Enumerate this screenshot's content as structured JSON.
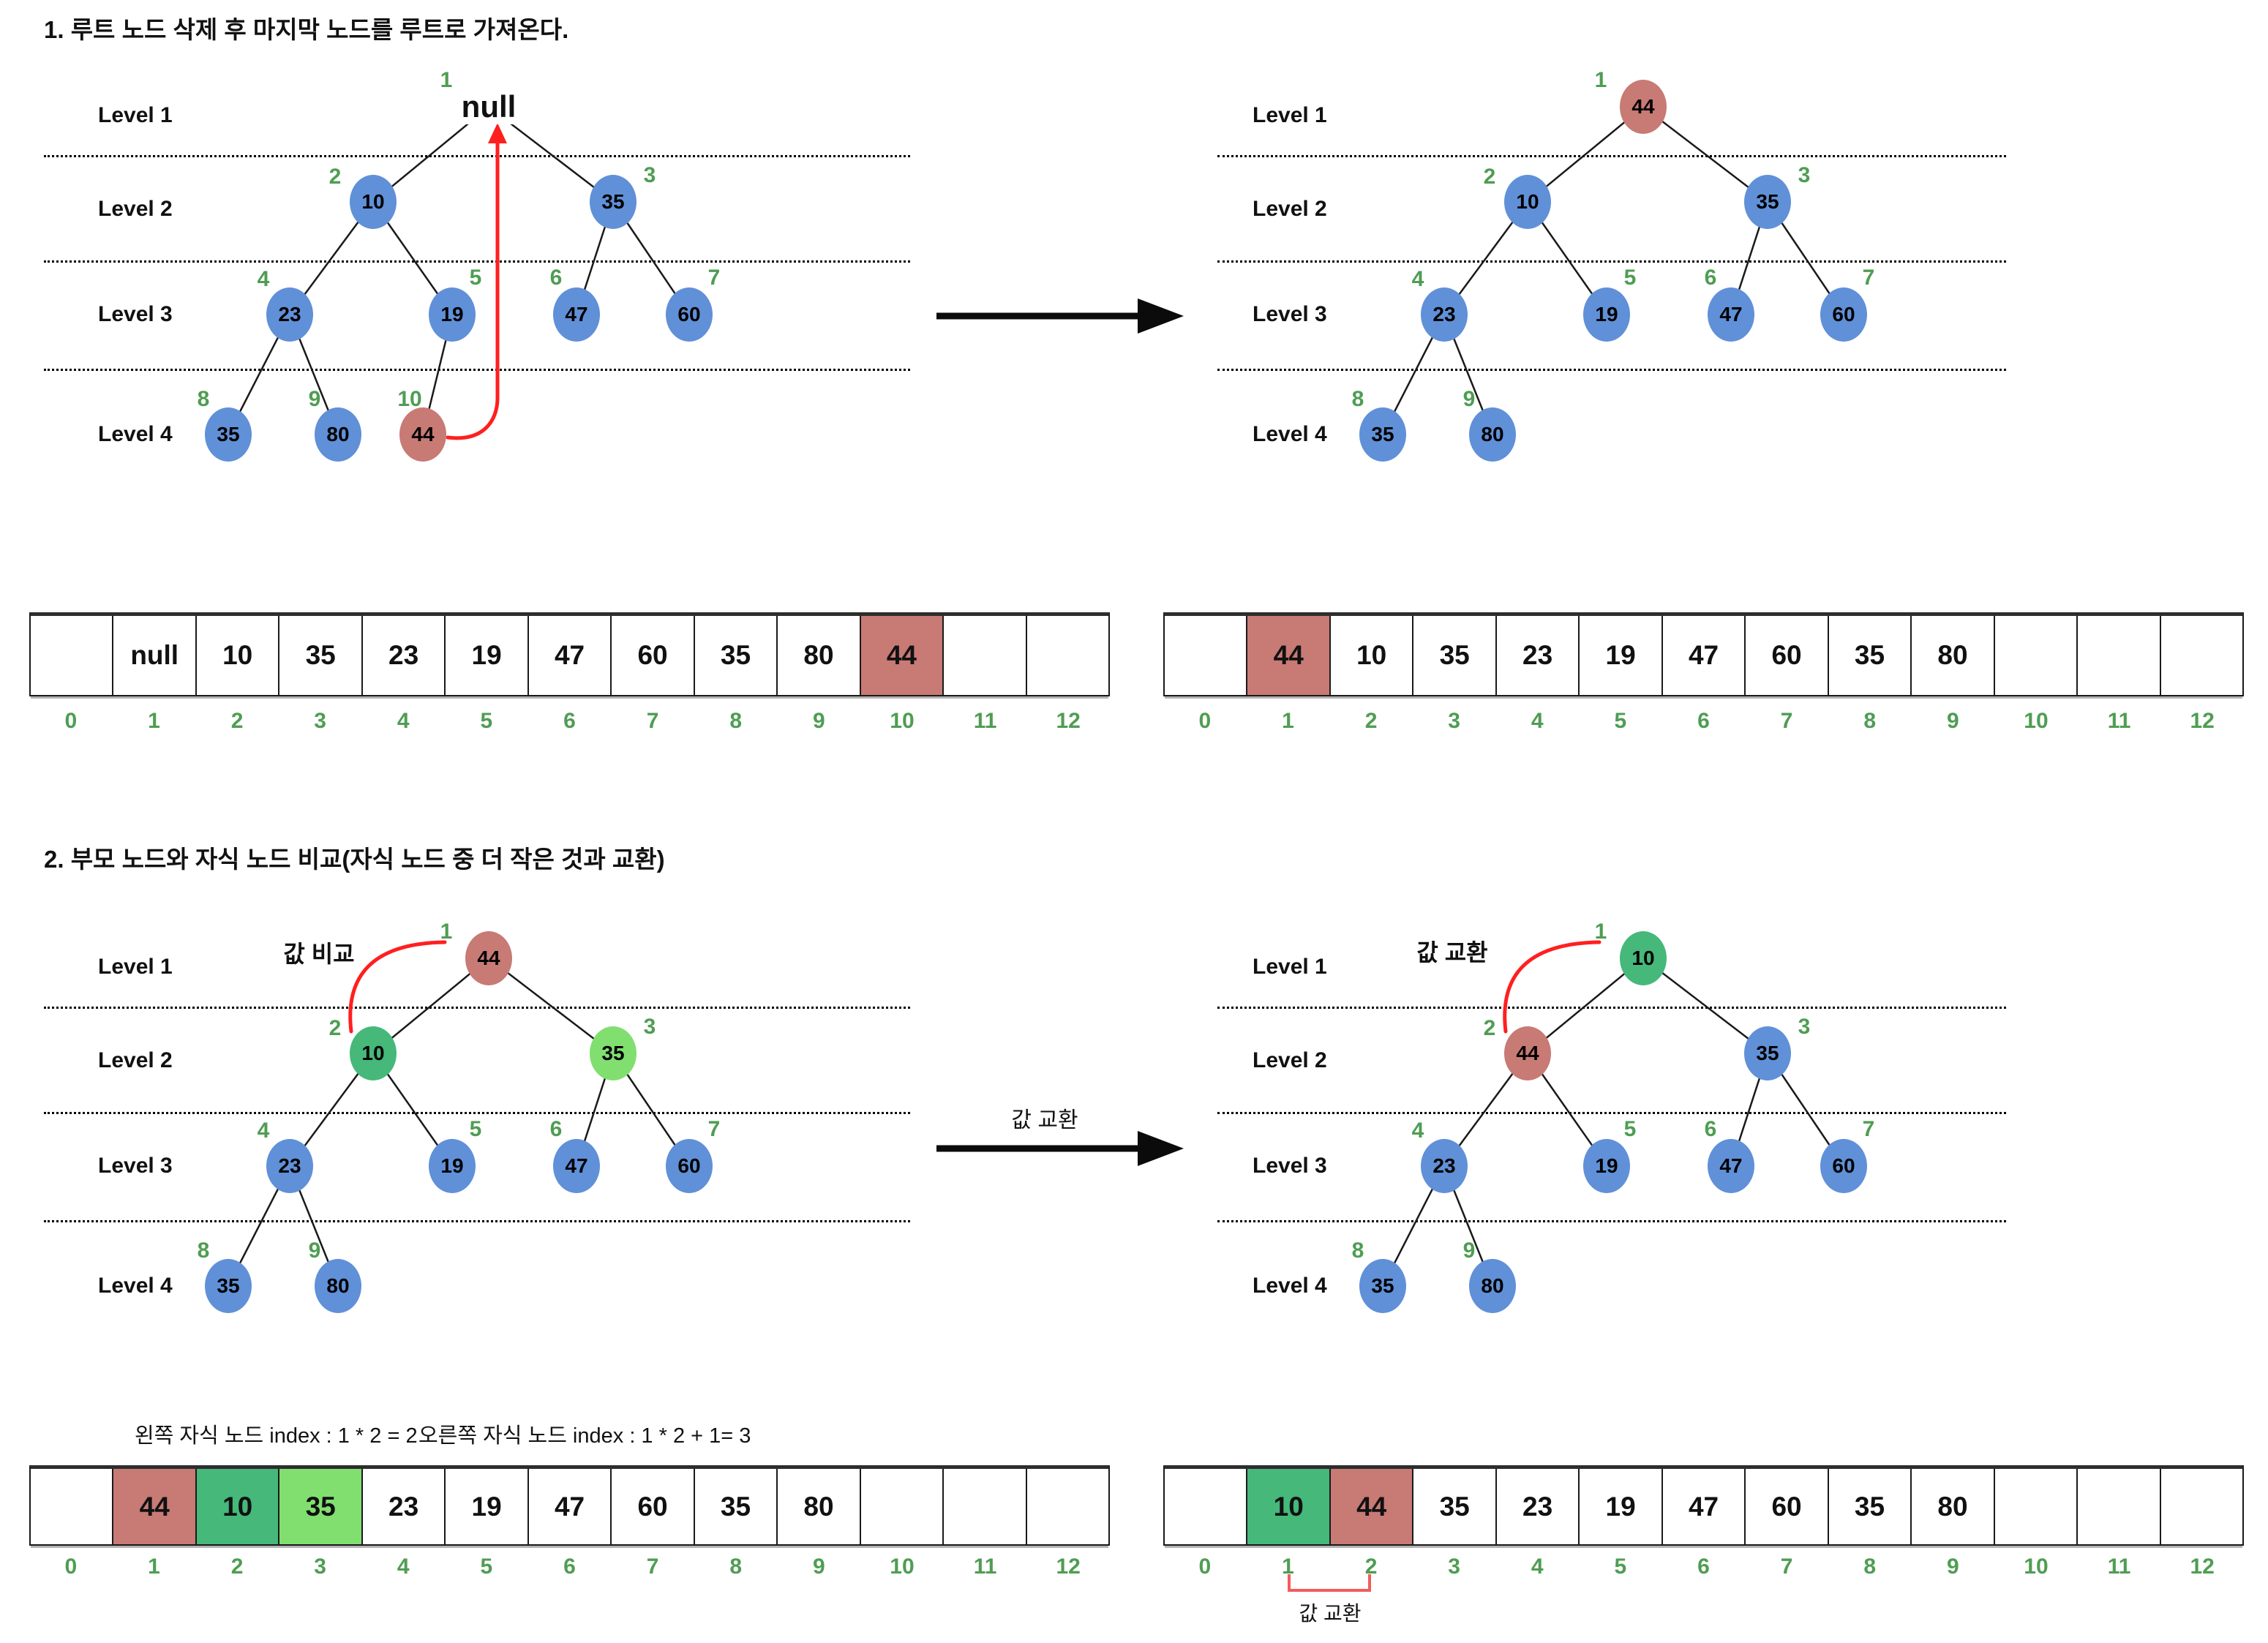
{
  "titles": {
    "section1": "1. 루트 노드 삭제 후 마지막 노드를 루트로 가져온다.",
    "section2": "2. 부모 노드와 자식 노드 비교(자식 노드 중 더 작은 것과 교환)"
  },
  "levels": [
    "Level 1",
    "Level 2",
    "Level 3",
    "Level 4"
  ],
  "annotations": {
    "transition_arrow_label": "값 교환",
    "note_left": "왼쪽 자식 노드 index : 1 * 2 = 2",
    "note_right": "오른쪽 자식 노드 index : 1 * 2 + 1= 3",
    "bracket_label": "값 교환"
  },
  "colors": {
    "node_blue": "#6090d8",
    "node_red": "#c87a75",
    "node_green": "#45b87a",
    "node_light_green": "#81df70",
    "index_green": "#4f9d53",
    "arrow_red": "#ff1f1f",
    "bracket_red": "#f25c5c",
    "edge_black": "#1a1a1a"
  },
  "array_indices": [
    "0",
    "1",
    "2",
    "3",
    "4",
    "5",
    "6",
    "7",
    "8",
    "9",
    "10",
    "11",
    "12"
  ],
  "trees": [
    {
      "id": "top-left",
      "root": {
        "kind": "text",
        "label": "null",
        "index": "1"
      },
      "red_up_arrow": true,
      "nodes": [
        {
          "slot": "L2L",
          "value": "10",
          "color": "blue",
          "index": "2"
        },
        {
          "slot": "L2R",
          "value": "35",
          "color": "blue",
          "index": "3"
        },
        {
          "slot": "L3LL",
          "value": "23",
          "color": "blue",
          "index": "4"
        },
        {
          "slot": "L3LR",
          "value": "19",
          "color": "blue",
          "index": "5"
        },
        {
          "slot": "L3RL",
          "value": "47",
          "color": "blue",
          "index": "6"
        },
        {
          "slot": "L3RR",
          "value": "60",
          "color": "blue",
          "index": "7"
        },
        {
          "slot": "L4A",
          "value": "35",
          "color": "blue",
          "index": "8"
        },
        {
          "slot": "L4B",
          "value": "80",
          "color": "blue",
          "index": "9"
        },
        {
          "slot": "L4C",
          "value": "44",
          "color": "red",
          "index": "10"
        }
      ]
    },
    {
      "id": "top-right",
      "root": {
        "kind": "node",
        "value": "44",
        "color": "red",
        "index": "1"
      },
      "nodes": [
        {
          "slot": "L2L",
          "value": "10",
          "color": "blue",
          "index": "2"
        },
        {
          "slot": "L2R",
          "value": "35",
          "color": "blue",
          "index": "3"
        },
        {
          "slot": "L3LL",
          "value": "23",
          "color": "blue",
          "index": "4"
        },
        {
          "slot": "L3LR",
          "value": "19",
          "color": "blue",
          "index": "5"
        },
        {
          "slot": "L3RL",
          "value": "47",
          "color": "blue",
          "index": "6"
        },
        {
          "slot": "L3RR",
          "value": "60",
          "color": "blue",
          "index": "7"
        },
        {
          "slot": "L4A",
          "value": "35",
          "color": "blue",
          "index": "8"
        },
        {
          "slot": "L4B",
          "value": "80",
          "color": "blue",
          "index": "9"
        }
      ]
    },
    {
      "id": "bottom-left",
      "root": {
        "kind": "node",
        "value": "44",
        "color": "red",
        "index": "1"
      },
      "annotation": "값 비교",
      "red_arc": true,
      "nodes": [
        {
          "slot": "L2L",
          "value": "10",
          "color": "green",
          "index": "2"
        },
        {
          "slot": "L2R",
          "value": "35",
          "color": "light",
          "index": "3"
        },
        {
          "slot": "L3LL",
          "value": "23",
          "color": "blue",
          "index": "4"
        },
        {
          "slot": "L3LR",
          "value": "19",
          "color": "blue",
          "index": "5"
        },
        {
          "slot": "L3RL",
          "value": "47",
          "color": "blue",
          "index": "6"
        },
        {
          "slot": "L3RR",
          "value": "60",
          "color": "blue",
          "index": "7"
        },
        {
          "slot": "L4A",
          "value": "35",
          "color": "blue",
          "index": "8"
        },
        {
          "slot": "L4B",
          "value": "80",
          "color": "blue",
          "index": "9"
        }
      ]
    },
    {
      "id": "bottom-right",
      "root": {
        "kind": "node",
        "value": "10",
        "color": "green",
        "index": "1"
      },
      "annotation": "값 교환",
      "red_arc": true,
      "nodes": [
        {
          "slot": "L2L",
          "value": "44",
          "color": "red",
          "index": "2"
        },
        {
          "slot": "L2R",
          "value": "35",
          "color": "blue",
          "index": "3"
        },
        {
          "slot": "L3LL",
          "value": "23",
          "color": "blue",
          "index": "4"
        },
        {
          "slot": "L3LR",
          "value": "19",
          "color": "blue",
          "index": "5"
        },
        {
          "slot": "L3RL",
          "value": "47",
          "color": "blue",
          "index": "6"
        },
        {
          "slot": "L3RR",
          "value": "60",
          "color": "blue",
          "index": "7"
        },
        {
          "slot": "L4A",
          "value": "35",
          "color": "blue",
          "index": "8"
        },
        {
          "slot": "L4B",
          "value": "80",
          "color": "blue",
          "index": "9"
        }
      ]
    }
  ],
  "arrays": [
    {
      "id": "top-left",
      "cells": [
        {
          "v": ""
        },
        {
          "v": "null"
        },
        {
          "v": "10"
        },
        {
          "v": "35"
        },
        {
          "v": "23"
        },
        {
          "v": "19"
        },
        {
          "v": "47"
        },
        {
          "v": "60"
        },
        {
          "v": "35"
        },
        {
          "v": "80"
        },
        {
          "v": "44",
          "bg": "red"
        },
        {
          "v": ""
        },
        {
          "v": ""
        }
      ]
    },
    {
      "id": "top-right",
      "cells": [
        {
          "v": ""
        },
        {
          "v": "44",
          "bg": "red"
        },
        {
          "v": "10"
        },
        {
          "v": "35"
        },
        {
          "v": "23"
        },
        {
          "v": "19"
        },
        {
          "v": "47"
        },
        {
          "v": "60"
        },
        {
          "v": "35"
        },
        {
          "v": "80"
        },
        {
          "v": ""
        },
        {
          "v": ""
        },
        {
          "v": ""
        }
      ]
    },
    {
      "id": "bottom-left",
      "cells": [
        {
          "v": ""
        },
        {
          "v": "44",
          "bg": "red"
        },
        {
          "v": "10",
          "bg": "green"
        },
        {
          "v": "35",
          "bg": "light"
        },
        {
          "v": "23"
        },
        {
          "v": "19"
        },
        {
          "v": "47"
        },
        {
          "v": "60"
        },
        {
          "v": "35"
        },
        {
          "v": "80"
        },
        {
          "v": ""
        },
        {
          "v": ""
        },
        {
          "v": ""
        }
      ]
    },
    {
      "id": "bottom-right",
      "cells": [
        {
          "v": ""
        },
        {
          "v": "10",
          "bg": "green"
        },
        {
          "v": "44",
          "bg": "red"
        },
        {
          "v": "35"
        },
        {
          "v": "23"
        },
        {
          "v": "19"
        },
        {
          "v": "47"
        },
        {
          "v": "60"
        },
        {
          "v": "35"
        },
        {
          "v": "80"
        },
        {
          "v": ""
        },
        {
          "v": ""
        },
        {
          "v": ""
        }
      ]
    }
  ]
}
